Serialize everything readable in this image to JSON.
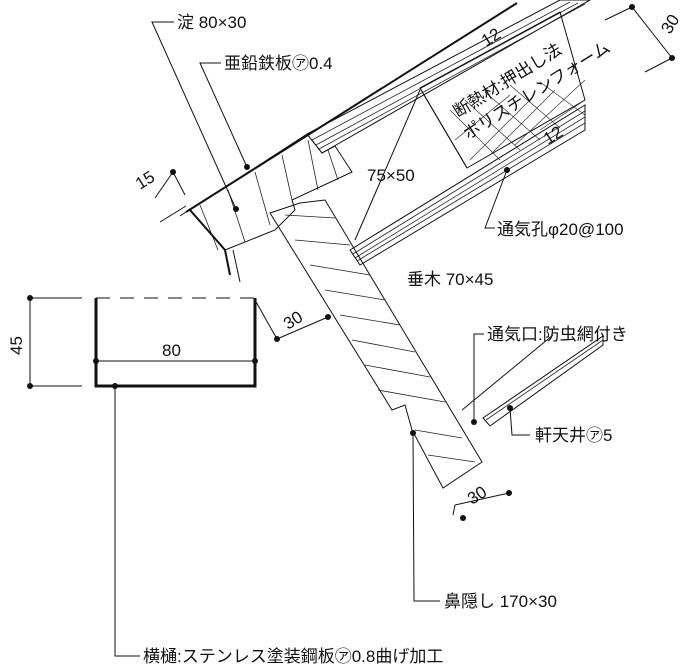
{
  "labels": {
    "yodo": "淀 80×30",
    "galvanized_sheet": "亜鉛鉄板㋐0.4",
    "insulation_line1": "断熱材:押出し法",
    "insulation_line2": "ポリスチレンフォーム",
    "purlin_size": "75×50",
    "vent_hole": "通気孔φ20@100",
    "rafter": "垂木 70×45",
    "vent_opening": "通気口:防虫網付き",
    "soffit": "軒天井㋐5",
    "fascia": "鼻隠し 170×30",
    "gutter": "横樋:ステンレス塗装鋼板㋐0.8曲げ加工"
  },
  "dimensions": {
    "top_board": "12",
    "bottom_board": "12",
    "roof_thickness": "30",
    "eave_15": "15",
    "gutter_height": "45",
    "gutter_width": "80",
    "fascia_gap": "30",
    "fascia_thickness": "30"
  }
}
